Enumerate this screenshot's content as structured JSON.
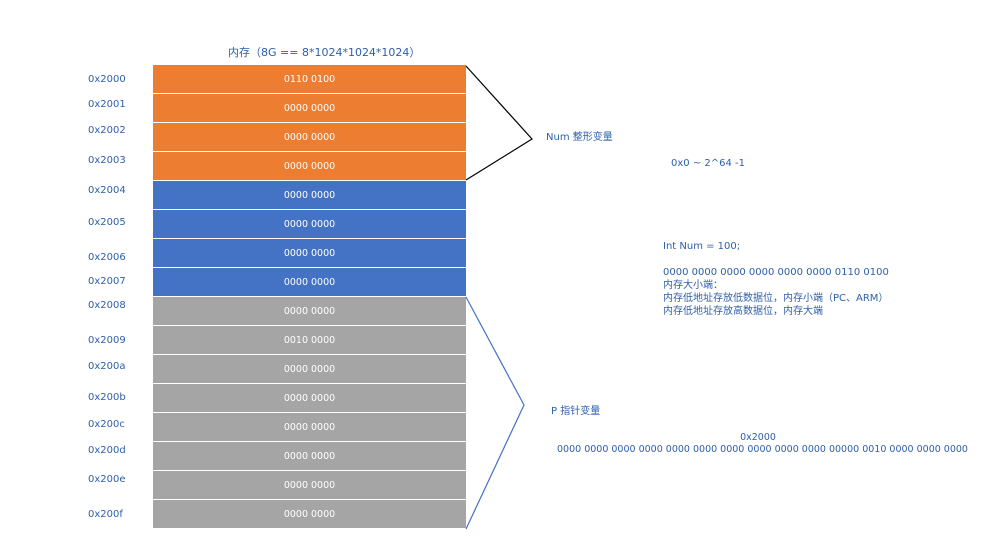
{
  "title": "内存（8G == 8*1024*1024*1024）",
  "rows": [
    {
      "addr": "0x2000",
      "value": "0110 0100",
      "color": "orange"
    },
    {
      "addr": "0x2001",
      "value": "0000 0000",
      "color": "orange"
    },
    {
      "addr": "0x2002",
      "value": "0000 0000",
      "color": "orange"
    },
    {
      "addr": "0x2003",
      "value": "0000 0000",
      "color": "orange"
    },
    {
      "addr": "0x2004",
      "value": "0000 0000",
      "color": "blue"
    },
    {
      "addr": "0x2005",
      "value": "0000 0000",
      "color": "blue"
    },
    {
      "addr": "0x2006",
      "value": "0000 0000",
      "color": "blue"
    },
    {
      "addr": "0x2007",
      "value": "0000 0000",
      "color": "blue"
    },
    {
      "addr": "0x2008",
      "value": "0000 0000",
      "color": "gray"
    },
    {
      "addr": "0x2009",
      "value": "0010 0000",
      "color": "gray"
    },
    {
      "addr": "0x200a",
      "value": "0000 0000",
      "color": "gray"
    },
    {
      "addr": "0x200b",
      "value": "0000 0000",
      "color": "gray"
    },
    {
      "addr": "0x200c",
      "value": "0000 0000",
      "color": "gray"
    },
    {
      "addr": "0x200d",
      "value": "0000 0000",
      "color": "gray"
    },
    {
      "addr": "0x200e",
      "value": "0000 0000",
      "color": "gray"
    },
    {
      "addr": "0x200f",
      "value": "0000 0000",
      "color": "gray"
    }
  ],
  "colors": {
    "orange": "#ed7d31",
    "blue": "#4472c4",
    "gray": "#a5a5a5",
    "text": "#2e5fa8"
  },
  "labels": {
    "num_var": "Num  整形变量",
    "range": "0x0  ~  2^64 -1",
    "decl": "Int Num = 100;",
    "ptr_var": "P 指针变量"
  },
  "notes": [
    "0000 0000 0000 0000 0000 0000 0110 0100",
    "内存大小端：",
    "内存低地址存放低数据位，内存小端（PC、ARM）",
    "内存低地址存放高数据位，内存大端"
  ],
  "pointer": {
    "addr": "0x2000",
    "bits": "0000 0000 0000 0000 0000 0000 0000 0000 0000  0000 00000 0010 0000 0000 0000"
  }
}
